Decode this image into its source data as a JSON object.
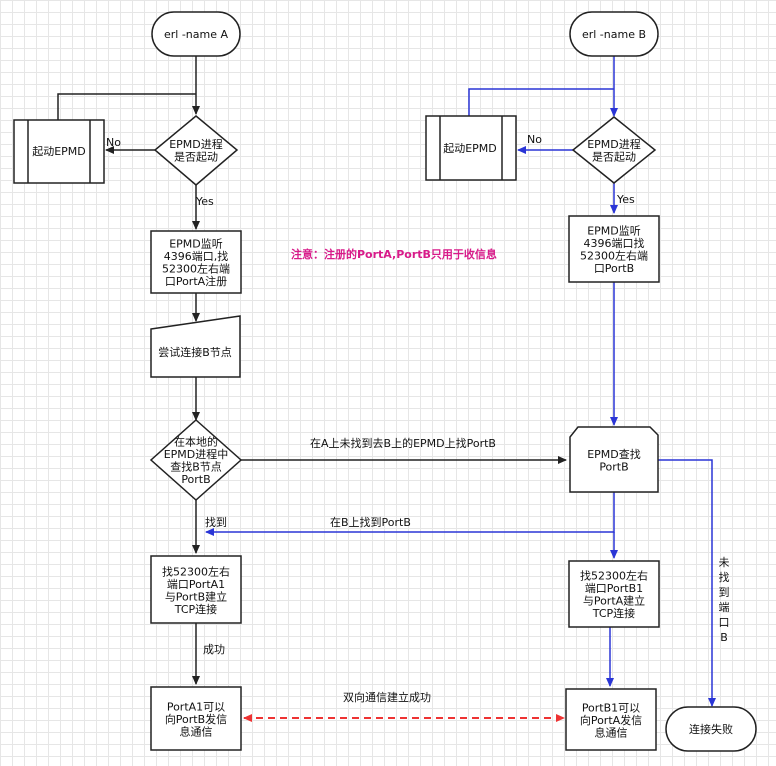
{
  "colors": {
    "stroke_black": "#222222",
    "stroke_blue": "#2a35d6",
    "stroke_red": "#ee3333",
    "note_magenta": "#d81b8a",
    "red_text": "#cc0000"
  },
  "nodes": {
    "start_a": [
      "erl -name A"
    ],
    "start_b": [
      "erl -name B"
    ],
    "start_epmd_a": [
      "起动EPMD"
    ],
    "start_epmd_b": [
      "起动EPMD"
    ],
    "check_a": [
      "EPMD进程",
      "是否起动"
    ],
    "check_b": [
      "EPMD进程",
      "是否起动"
    ],
    "register_a": [
      "EPMD监听",
      "4396端口,找",
      "52300左右端",
      "口PortA注册"
    ],
    "register_b": [
      "EPMD监听",
      "4396端口找",
      "52300左右端",
      "口PortB"
    ],
    "try_connect": [
      "尝试连接B节点"
    ],
    "local_lookup": [
      "在本地的",
      "EPMD进程中",
      "查找B节点",
      "PortB"
    ],
    "remote_lookup": [
      "EPMD查找",
      "PortB"
    ],
    "connect_a": [
      "找52300左右",
      "端口PortA1",
      "与PortB建立",
      "TCP连接"
    ],
    "connect_b": [
      "找52300左右",
      "端口PortB1",
      "与PortA建立",
      "TCP连接"
    ],
    "comm_a": [
      "PortA1可以",
      "向PortB发信",
      "息通信"
    ],
    "comm_b": [
      "PortB1可以",
      "向PortA发信",
      "息通信"
    ],
    "fail": [
      "连接失败"
    ]
  },
  "labels": {
    "no_a": "No",
    "no_b": "No",
    "yes_a": "Yes",
    "yes_b": "Yes",
    "not_found_local": "在A上未找到去B上的EPMD上找PortB",
    "found_on_b": "在B上找到PortB",
    "found": "找到",
    "success": "成功",
    "bidirectional": "双向通信建立成功",
    "not_found_port_b": [
      "未",
      "找",
      "到",
      "端",
      "口",
      "B"
    ]
  },
  "note": "注意：注册的PortA,PortB只用于收信息"
}
